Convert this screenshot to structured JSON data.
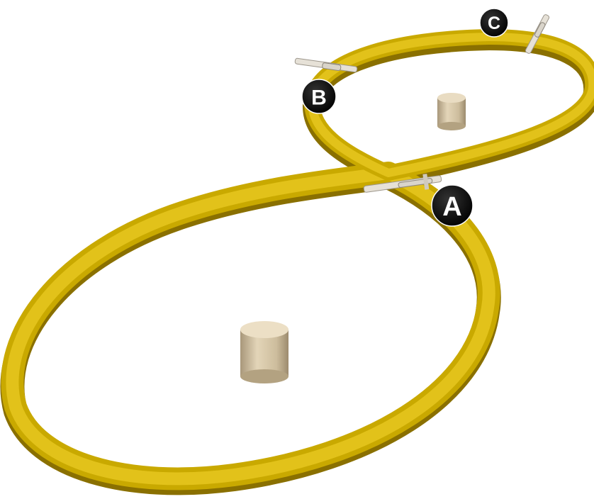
{
  "scene": {
    "colors": {
      "background": "#ffffff",
      "track_top": "#d4b400",
      "track_side": "#8a7000",
      "track_highlight": "#f2dc4a",
      "pylon": "#d8c8a8",
      "pylon_shade": "#b9a684",
      "marker_fill": "#111111",
      "marker_text": "#ffffff",
      "aircraft": "#e8e4dc"
    },
    "markers": [
      {
        "id": "A",
        "label": "A"
      },
      {
        "id": "B",
        "label": "B"
      },
      {
        "id": "C",
        "label": "C"
      }
    ],
    "aircraft": [
      {
        "id": "plane-a",
        "near_marker": "A",
        "icon": "airplane-icon"
      },
      {
        "id": "plane-b",
        "near_marker": "B",
        "icon": "airplane-icon"
      },
      {
        "id": "plane-c",
        "near_marker": "C",
        "icon": "airplane-icon"
      }
    ],
    "pylons": [
      {
        "id": "pylon-near",
        "icon": "pylon-icon"
      },
      {
        "id": "pylon-far",
        "icon": "pylon-icon"
      }
    ]
  }
}
